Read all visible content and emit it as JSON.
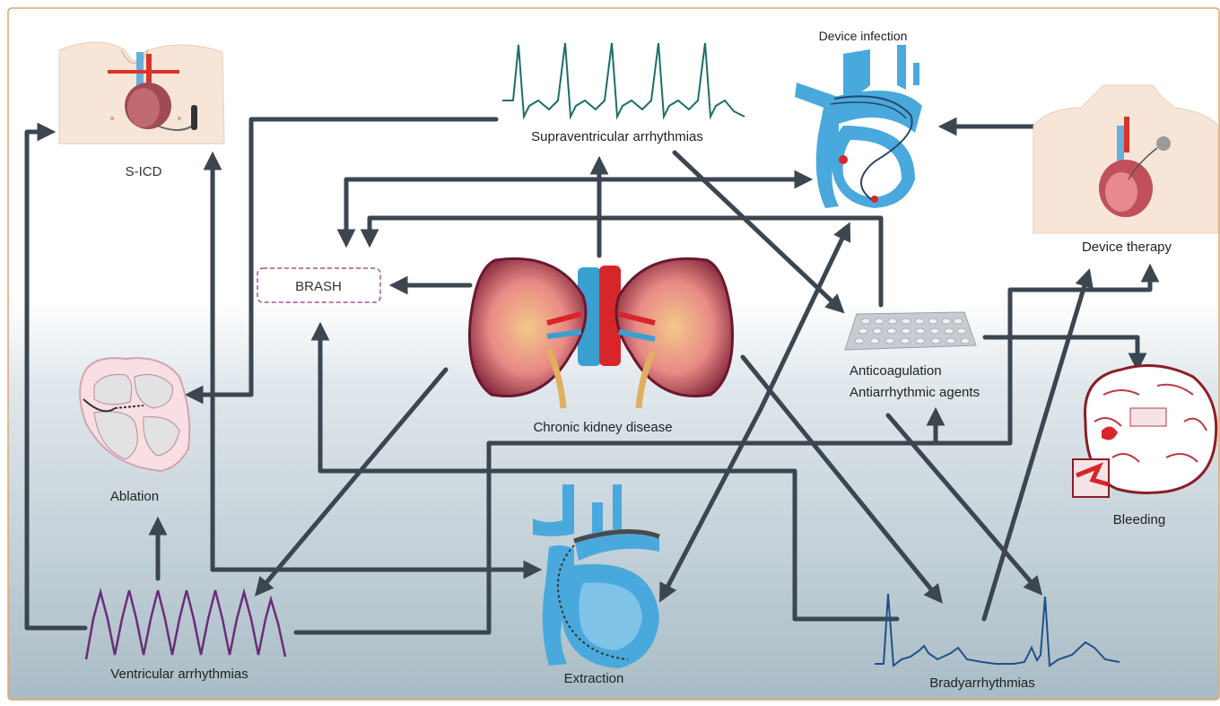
{
  "labels": {
    "sicd": "S-ICD",
    "supraventricular": "Supraventricular arrhythmias",
    "device_infection": "Device infection",
    "device_therapy": "Device therapy",
    "brash": "BRASH",
    "ckd": "Chronic kidney disease",
    "anticoagulation": "Anticoagulation",
    "antiarrhythmic": "Antiarrhythmic agents",
    "bleeding": "Bleeding",
    "ablation": "Ablation",
    "ventricular": "Ventricular arrhythmias",
    "extraction": "Extraction",
    "bradyarrhythmias": "Bradyarrhythmias"
  },
  "icons": {
    "sicd": "sicd-torso-icon",
    "supraventricular": "svt-ecg-waveform-icon",
    "device_infection": "infected-heart-leads-icon",
    "device_therapy": "pacemaker-torso-icon",
    "ckd": "kidneys-icon",
    "anticoagulation": "pill-blister-pack-icon",
    "bleeding": "brain-hemorrhage-icon",
    "ablation": "ablation-heart-icon",
    "ventricular": "ventricular-ecg-waveform-icon",
    "extraction": "lead-extraction-heart-icon",
    "bradyarrhythmias": "brady-ecg-waveform-icon"
  },
  "colors": {
    "frame_border": "#e2a36a",
    "arrow": "#3c4650",
    "brash_border": "#a4559a",
    "svt_wave": "#1d6e6a",
    "vt_wave": "#6a2d7a",
    "brady_wave": "#20508c",
    "vessel_blue": "#4aa9dc",
    "artery_red": "#d8252a"
  }
}
